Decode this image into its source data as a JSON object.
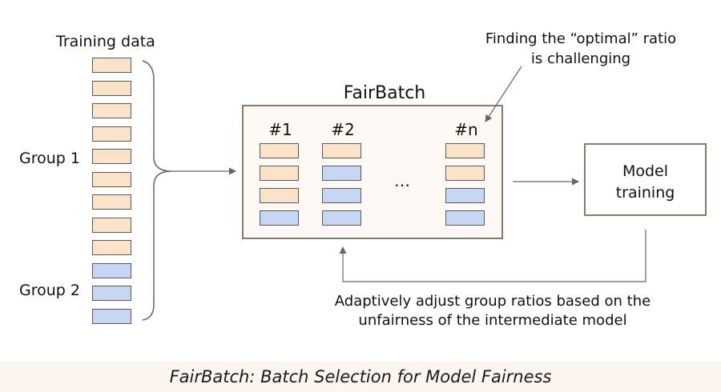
{
  "labels": {
    "training_data": "Training data",
    "group1": "Group 1",
    "group2": "Group 2",
    "fairbatch": "FairBatch",
    "batch1": "#1",
    "batch2": "#2",
    "batchn": "#n",
    "ellipsis": "…",
    "model_line1": "Model",
    "model_line2": "training",
    "optimal_line1": "Finding the “optimal” ratio",
    "optimal_line2": "is challenging",
    "feedback_line1": "Adaptively adjust group ratios based on the",
    "feedback_line2": "unfairness of the intermediate model",
    "caption": "FairBatch: Batch Selection for Model Fairness"
  },
  "training_data": {
    "groups": [
      "g1",
      "g1",
      "g1",
      "g1",
      "g1",
      "g1",
      "g1",
      "g1",
      "g1",
      "g2",
      "g2",
      "g2"
    ]
  },
  "batches": [
    {
      "id": "batch-1",
      "cells": [
        "g1",
        "g1",
        "g1",
        "g2"
      ]
    },
    {
      "id": "batch-2",
      "cells": [
        "g1",
        "g2",
        "g2",
        "g2"
      ]
    },
    {
      "id": "batch-n",
      "cells": [
        "g1",
        "g1",
        "g2",
        "g2"
      ]
    }
  ],
  "colors": {
    "group1": "#fbe3c9",
    "group2": "#c7d6f2",
    "box_border": "#857d6b",
    "fairbatch_fill": "#fef9f4",
    "caption_bar": "#fdf5ef",
    "arrow": "#666666"
  }
}
